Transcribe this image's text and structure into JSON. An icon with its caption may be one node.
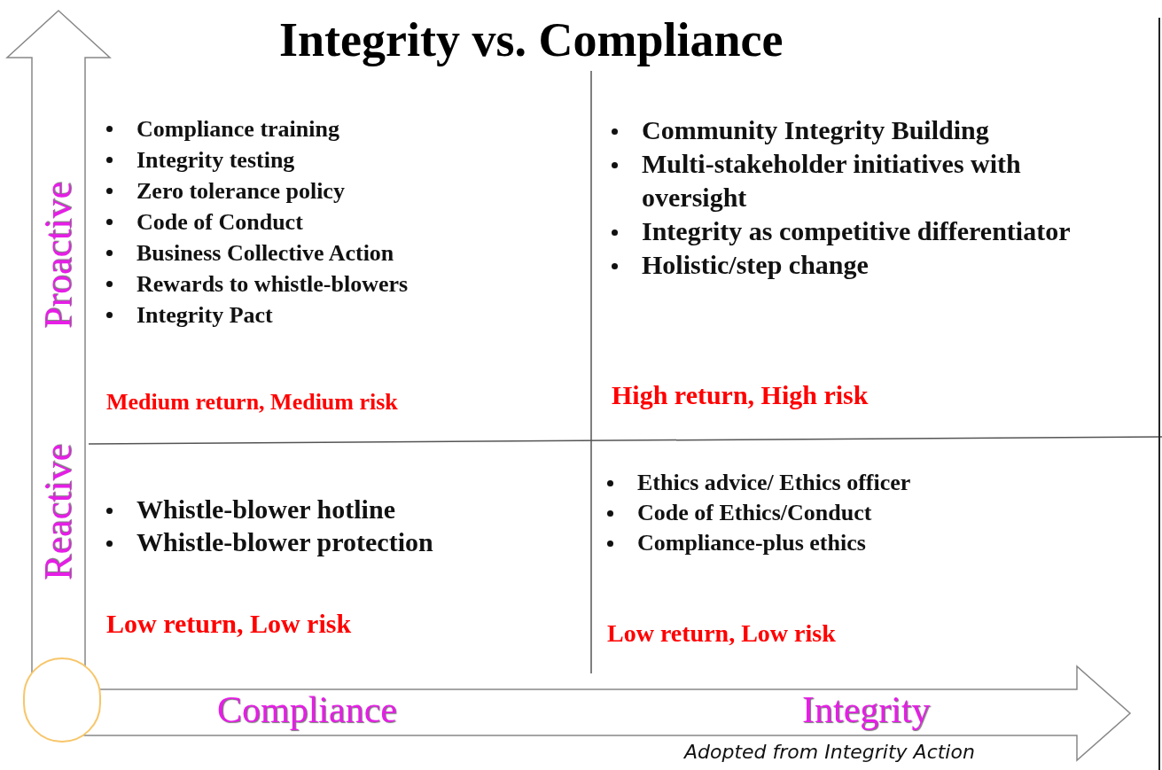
{
  "diagram": {
    "title": "Integrity vs. Compliance",
    "nodes": [
      {
        "text": [
          "Compliance training",
          "Integrity testing",
          "Zero tolerance policy",
          "Code of Conduct",
          "Business Collective Action",
          "Rewards to whistle-blowers",
          "Integrity Pact",
          "Medium return, Medium risk"
        ]
      },
      {
        "text": [
          "Community Integrity Building",
          "Multi-stakeholder initiatives with oversight",
          "Integrity as competitive differentiator",
          "Holistic/step change",
          "High return, High risk"
        ]
      },
      {
        "text": [
          "Whistle-blower hotline",
          "Whistle-blower protection",
          "Low return, Low risk"
        ]
      },
      {
        "text": [
          "Ethics advice/ Ethics officer",
          "Code of Ethics/Conduct",
          "Compliance-plus ethics",
          "Low return, Low risk"
        ]
      },
      {
        "text": [],
        "shape": "circle"
      }
    ],
    "labels": [
      "Proactive",
      "Reactive",
      "Compliance",
      "Integrity"
    ],
    "caption": "Adopted from Integrity Action"
  }
}
